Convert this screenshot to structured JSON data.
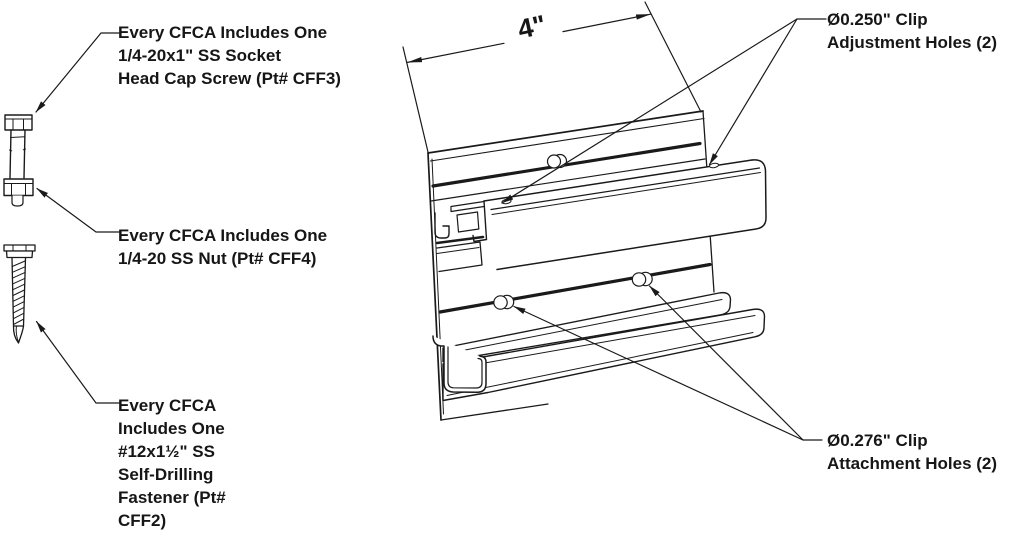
{
  "diagram": {
    "title_implied": "CFCA clip fastener assembly diagram",
    "line_color": "#1a1a1a",
    "background_color": "#ffffff"
  },
  "labels": {
    "cap_screw": "Every CFCA Includes One\n1/4-20x1\" SS Socket\nHead Cap Screw (Pt# CFF3)",
    "nut": "Every CFCA Includes One\n1/4-20 SS Nut (Pt# CFF4)",
    "self_drilling_fastener": "Every CFCA\nIncludes One\n#12x1½\" SS\nSelf-Drilling\nFastener (Pt#\nCFF2)",
    "adjustment_holes": "Ø0.250\" Clip\nAdjustment Holes (2)",
    "attachment_holes": "Ø0.276\" Clip\nAttachment Holes (2)",
    "dimension": "4\""
  },
  "parts": {
    "cap_screw_part_number": "CFF3",
    "nut_part_number": "CFF4",
    "fastener_part_number": "CFF2",
    "adjustment_hole_diameter": "0.250\"",
    "attachment_hole_diameter": "0.276\"",
    "clip_width": "4\"",
    "adjustment_hole_count": 2,
    "attachment_hole_count": 2
  }
}
